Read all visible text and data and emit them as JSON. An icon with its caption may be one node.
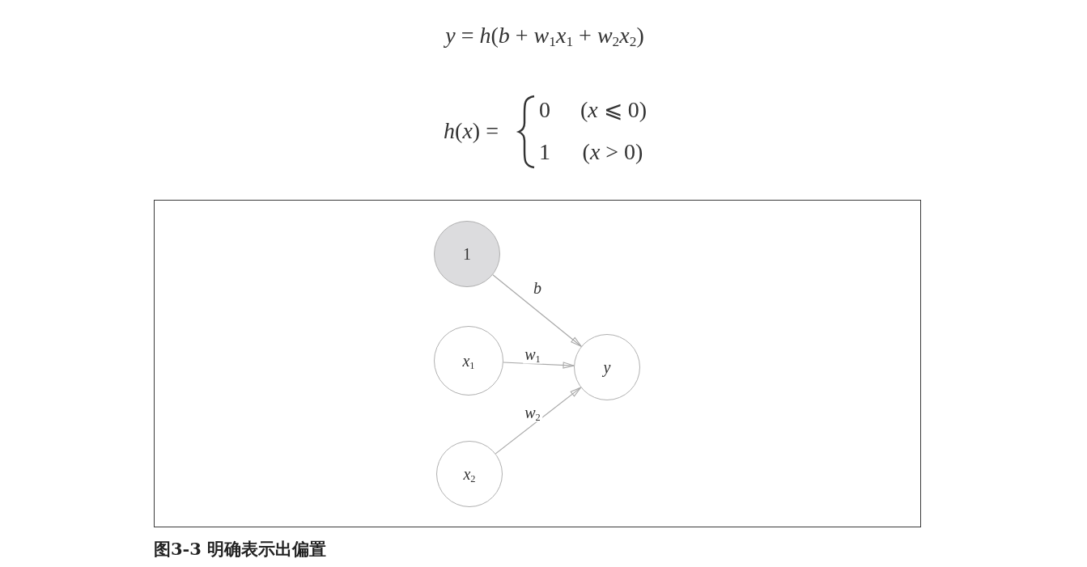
{
  "diagram": {
    "caption": "图3-3 明确表示出偏置",
    "nodes": [
      {
        "text": [
          "1"
        ]
      },
      {
        "text": [
          "*x*$_{1}$"
        ]
      },
      {
        "text": [
          "*x*$_{2}$"
        ]
      },
      {
        "text": [
          "y"
        ]
      }
    ],
    "edges": [
      {
        "from": 0,
        "to": 3,
        "arrow": "to",
        "label": "b"
      },
      {
        "from": 1,
        "to": 3,
        "arrow": "to",
        "label": "*w*$_{1}$"
      },
      {
        "from": 2,
        "to": 3,
        "arrow": "to",
        "label": "*w*$_{2}$"
      }
    ],
    "labels": [
      "*y* = *h*(*b* + *w*$_{1}$*x*$_{1}$ + *w*$_{2}$*x*$_{2}$)",
      "*h*(*x*) =",
      "0",
      "(*x* ⩽ 0)",
      "1",
      "(*x* > 0)"
    ]
  }
}
